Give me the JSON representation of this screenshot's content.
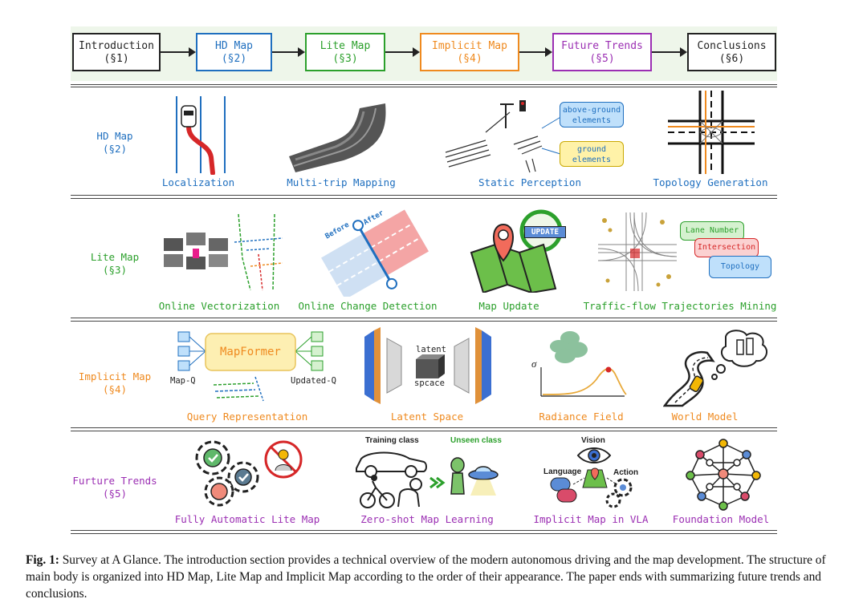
{
  "flow": [
    {
      "title": "Introduction",
      "section": "(§1)",
      "color": "#222222"
    },
    {
      "title": "HD Map",
      "section": "(§2)",
      "color": "#1f6fbf"
    },
    {
      "title": "Lite Map",
      "section": "(§3)",
      "color": "#2ca02c"
    },
    {
      "title": "Implicit Map",
      "section": "(§4)",
      "color": "#ef8a1f"
    },
    {
      "title": "Future Trends",
      "section": "(§5)",
      "color": "#9b2fb3"
    },
    {
      "title": "Conclusions",
      "section": "(§6)",
      "color": "#222222"
    }
  ],
  "rows": {
    "hd": {
      "label": "HD Map",
      "section": "(§2)",
      "color": "#1f6fbf",
      "items": [
        "Localization",
        "Multi-trip Mapping",
        "Static Perception",
        "Topology Generation"
      ],
      "tags": [
        "above-ground elements",
        "ground elements"
      ]
    },
    "lite": {
      "label": "Lite Map",
      "section": "(§3)",
      "color": "#2ca02c",
      "items": [
        "Online Vectorization",
        "Online Change Detection",
        "Map Update",
        "Traffic-flow Trajectories Mining"
      ],
      "before": "Before",
      "after": "After",
      "update": "UPDATE",
      "tags": [
        "Lane Number",
        "Intersection",
        "Topology"
      ]
    },
    "implicit": {
      "label": "Implicit Map",
      "section": "(§4)",
      "color": "#ef8a1f",
      "items": [
        "Query Representation",
        "Latent Space",
        "Radiance Field",
        "World Model"
      ],
      "mapformer": "MapFormer",
      "mapq": "Map-Q",
      "updatedq": "Updated-Q",
      "latent": "latent",
      "spcace": "spcace",
      "sigma": "σ"
    },
    "future": {
      "label": "Furture Trends",
      "section": "(§5)",
      "color": "#9b2fb3",
      "items": [
        "Fully Automatic Lite Map",
        "Zero-shot Map Learning",
        "Implicit Map in VLA",
        "Foundation Model"
      ],
      "training": "Training class",
      "unseen": "Unseen class",
      "vision": "Vision",
      "language": "Language",
      "action": "Action"
    }
  },
  "caption": {
    "label": "Fig. 1:",
    "text": " Survey at A Glance. The introduction section provides a technical overview of the modern autonomous driving and the map development. The structure of main body is organized into HD Map, Lite Map and Implicit Map according to the order of their appearance. The paper ends with summarizing future trends and conclusions."
  }
}
